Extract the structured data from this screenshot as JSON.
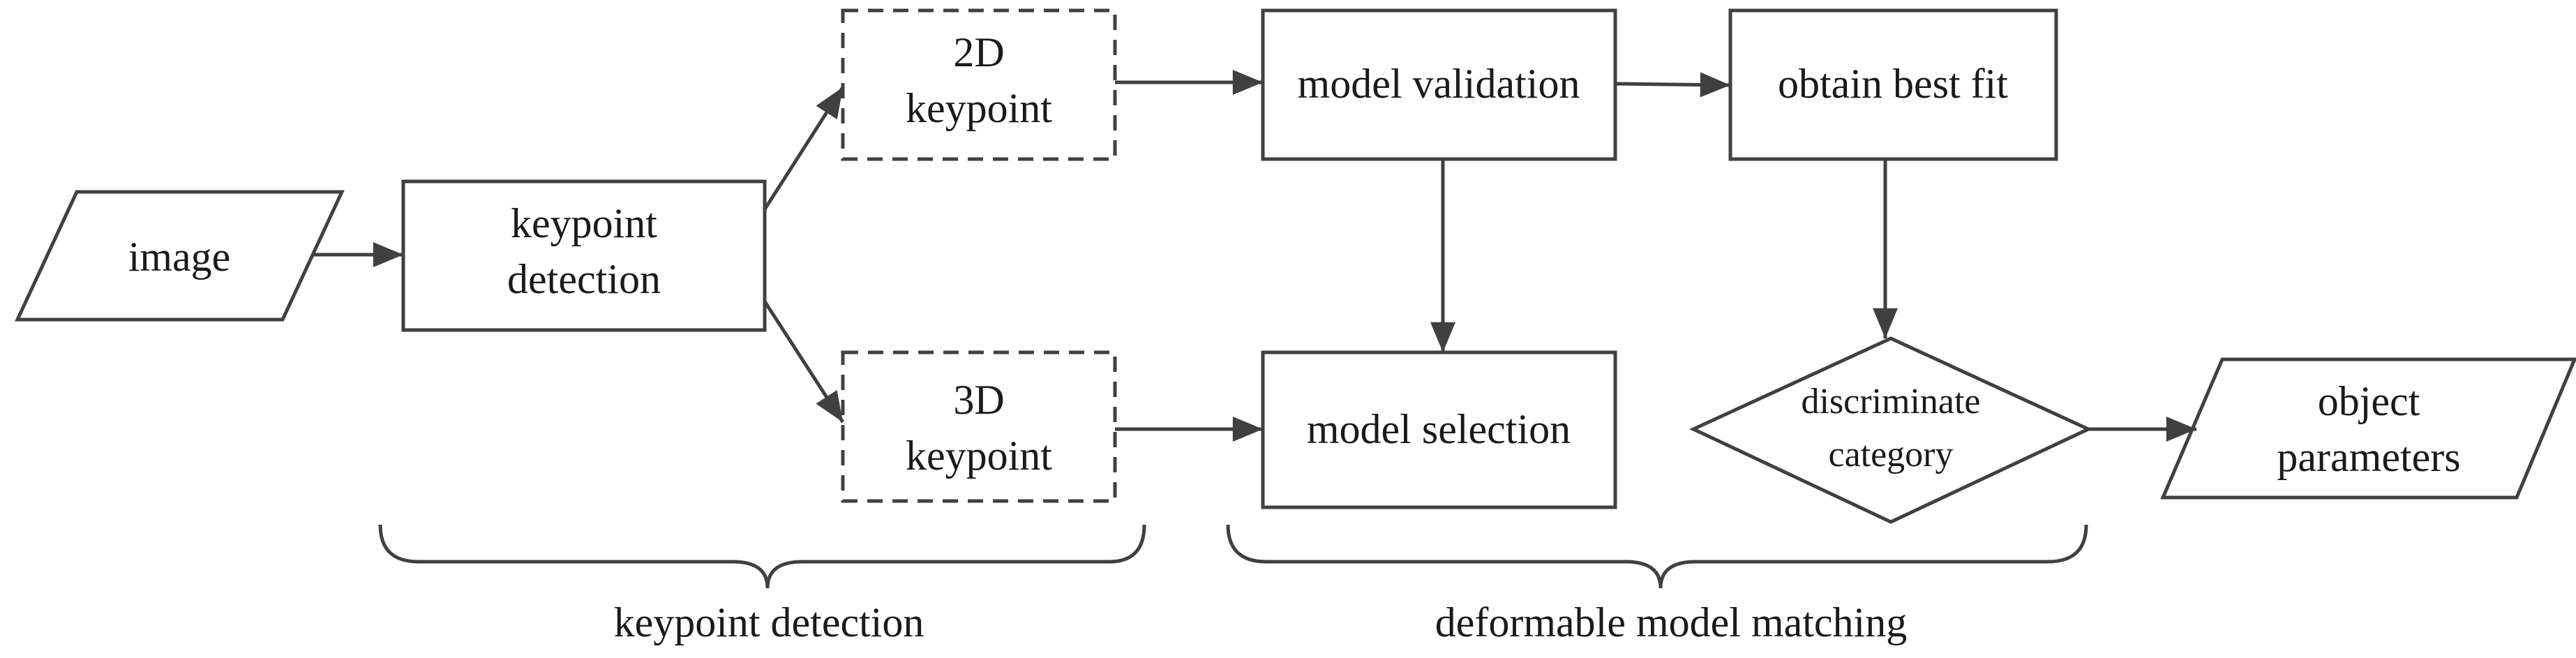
{
  "colors": {
    "line": "#404040",
    "text": "#1a1a1a",
    "background": "#ffffff"
  },
  "nodes": {
    "image": "image",
    "keypoint_detection_box": {
      "line1": "keypoint",
      "line2": "detection"
    },
    "kp2d": {
      "line1": "2D",
      "line2": "keypoint"
    },
    "kp3d": {
      "line1": "3D",
      "line2": "keypoint"
    },
    "model_validation": "model validation",
    "model_selection": "model selection",
    "obtain_best_fit": "obtain best fit",
    "discriminate": {
      "line1": "discriminate",
      "line2": "category"
    },
    "object_parameters": {
      "line1": "object",
      "line2": "parameters"
    }
  },
  "stages": {
    "keypoint_detection": "keypoint detection",
    "deformable_model_matching": "deformable model matching"
  }
}
